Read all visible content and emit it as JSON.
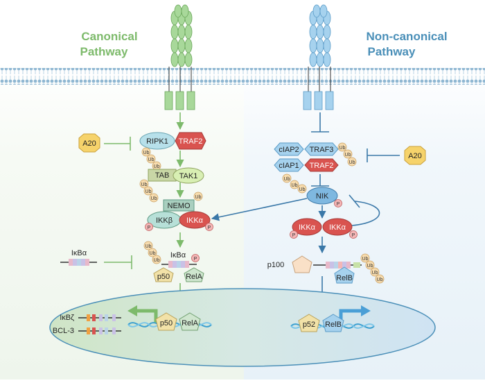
{
  "titles": {
    "canonical_line1": "Canonical",
    "canonical_line2": "Pathway",
    "noncanonical_line1": "Non-canonical",
    "noncanonical_line2": "Pathway"
  },
  "canonical": {
    "a20": "A20",
    "ripk1": "RIPK1",
    "traf2": "TRAF2",
    "tab": "TAB",
    "tak1": "TAK1",
    "nemo": "NEMO",
    "ikkb": "IKKβ",
    "ikka": "IKKα",
    "ikba_free": "IκBα",
    "ikba_bound": "IκBα",
    "p50": "p50",
    "rela": "RelA",
    "nuc_p50": "p50",
    "nuc_rela": "RelA",
    "gene1": "IκBζ",
    "gene2": "BCL-3"
  },
  "noncanonical": {
    "a20": "A20",
    "ciap2": "cIAP2",
    "traf3": "TRAF3",
    "ciap1": "cIAP1",
    "traf2": "TRAF2",
    "nik": "NIK",
    "ikka1": "IKKα",
    "ikka2": "IKKα",
    "p100": "p100",
    "relb": "RelB",
    "nuc_p52": "p52",
    "nuc_relb": "RelB"
  },
  "tags": {
    "ub": "Ub",
    "p": "P"
  },
  "colors": {
    "canonical_green": "#7dba6b",
    "noncanonical_blue": "#4a8fb8",
    "red": "#d9534f",
    "a20_fill": "#f6d36b",
    "ub_fill": "#f7dcae",
    "p_fill": "#f4b6b6"
  }
}
